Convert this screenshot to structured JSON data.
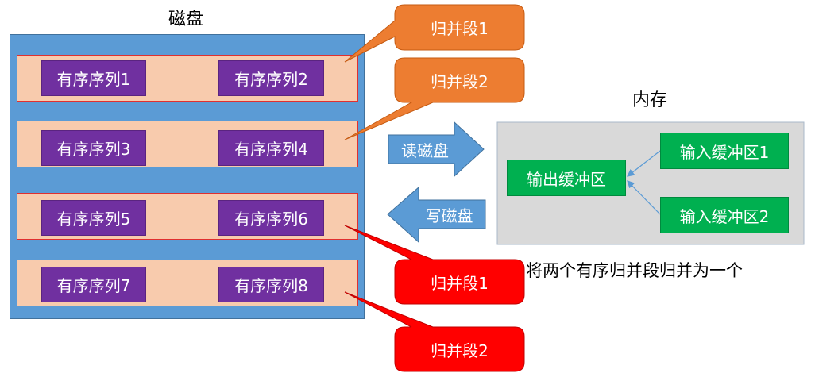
{
  "disk": {
    "title": "磁盘",
    "sequences": [
      "有序序列1",
      "有序序列2",
      "有序序列3",
      "有序序列4",
      "有序序列5",
      "有序序列6",
      "有序序列7",
      "有序序列8"
    ]
  },
  "memory": {
    "title": "内存",
    "output_buffer": "输出缓冲区",
    "input_buffer_1": "输入缓冲区1",
    "input_buffer_2": "输入缓冲区2",
    "caption": "将两个有序归并段归并为一个"
  },
  "arrows": {
    "read_disk": "读磁盘",
    "write_disk": "写磁盘"
  },
  "callouts": {
    "top_1": "归并段1",
    "top_2": "归并段2",
    "bottom_1": "归并段1",
    "bottom_2": "归并段2"
  },
  "colors": {
    "disk": "#5b9bd5",
    "segment": "#f8cbad",
    "sequence": "#7030a0",
    "buffer": "#00b050",
    "memory": "#d9d9d9",
    "callout_orange": "#ed7d31",
    "callout_red": "#ff0000",
    "arrow": "#5b9bd5"
  }
}
